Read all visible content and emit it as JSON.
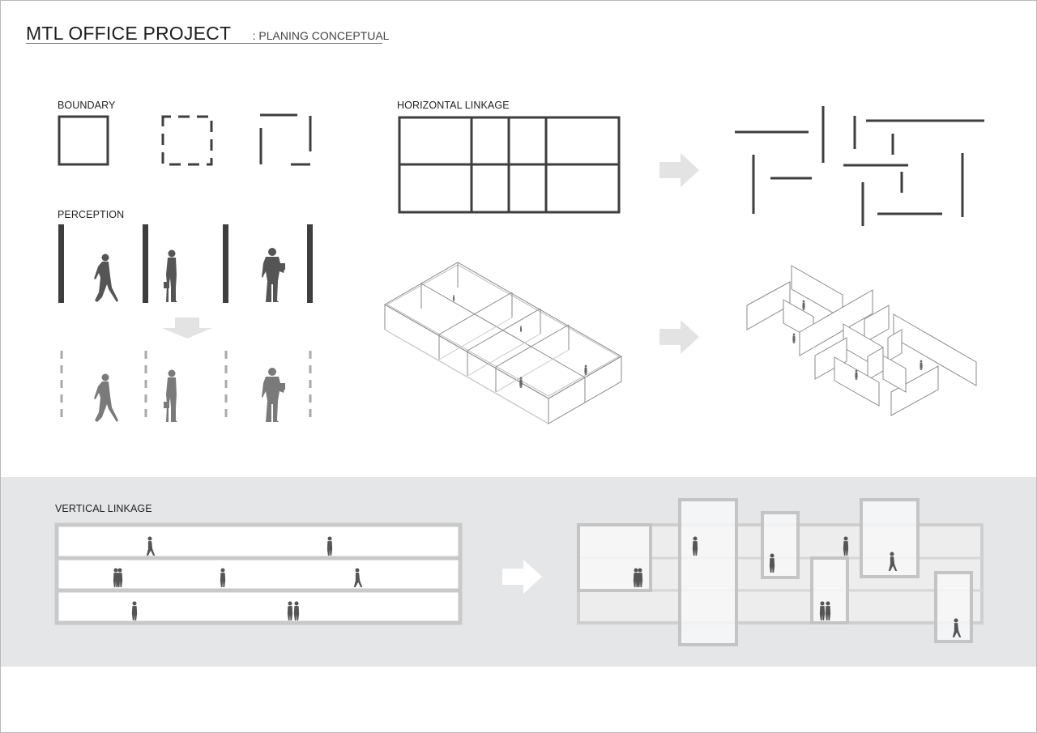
{
  "header": {
    "title": "MTL OFFICE PROJECT",
    "subtitle": ": PLANING CONCEPTUAL"
  },
  "sections": {
    "boundary": "BOUNDARY",
    "perception": "PERCEPTION",
    "horizontal": "HORIZONTAL LINKAGE",
    "vertical": "VERTICAL LINKAGE"
  },
  "colors": {
    "wall": "#3e3e3e",
    "wall_light": "#a9a9a9",
    "figure": "#555555",
    "figure_light": "#7a7a7a",
    "arrow": "#e3e3e3",
    "band": "#e5e6e8"
  }
}
